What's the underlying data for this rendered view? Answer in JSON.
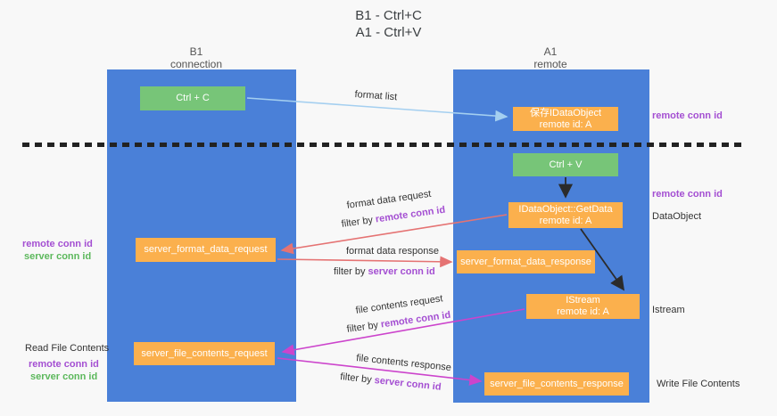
{
  "title": {
    "line1": "B1 - Ctrl+C",
    "line2": "A1 - Ctrl+V"
  },
  "columns": {
    "left": {
      "name": "B1",
      "sub": "connection"
    },
    "right": {
      "name": "A1",
      "sub": "remote"
    }
  },
  "nodes": {
    "ctrl_c": "Ctrl + C",
    "ctrl_v": "Ctrl + V",
    "save_idataobject": {
      "line1": "保存IDataObject",
      "line2": "remote id: A"
    },
    "getdata": {
      "line1": "IDataObject::GetData",
      "line2": "remote id: A"
    },
    "istream": {
      "line1": "IStream",
      "line2": "remote id: A"
    },
    "server_format_data_request": "server_format_data_request",
    "server_format_data_response": "server_format_data_response",
    "server_file_contents_request": "server_file_contents_request",
    "server_file_contents_response": "server_file_contents_response"
  },
  "arrow_labels": {
    "format_list": "format list",
    "format_data_request": "format data request",
    "format_data_response": "format data response",
    "file_contents_request": "file contents request",
    "file_contents_response": "file contents response",
    "filter_by": "filter by ",
    "remote_conn_id": "remote conn id",
    "server_conn_id": "server conn id"
  },
  "side_labels": {
    "remote_conn_id": "remote conn id",
    "server_conn_id": "server conn id",
    "dataobject": "DataObject",
    "istream": "Istream",
    "read_file_contents": "Read File Contents",
    "write_file_contents": "Write File Contents"
  },
  "colors": {
    "bg": "#f8f8f8",
    "blue": "#4a80d8",
    "green": "#77c578",
    "orange": "#fbb04d",
    "red": "#e57373",
    "magenta": "#cc44cc",
    "lightblue": "#a4cff0",
    "purple": "#a44fd2",
    "greentext": "#5cb85c"
  }
}
